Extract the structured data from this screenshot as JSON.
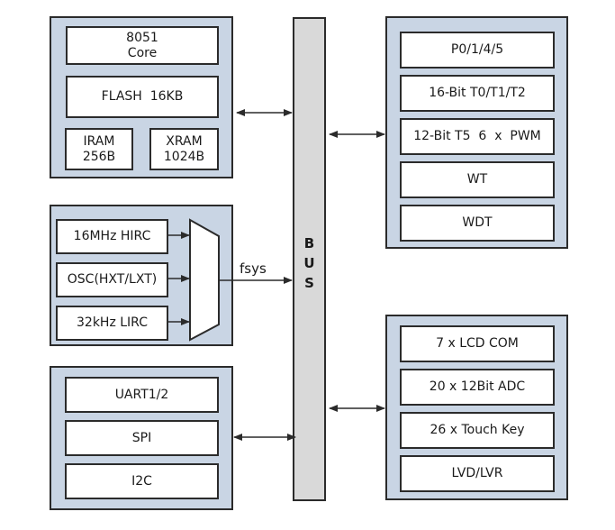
{
  "bus": {
    "letters": [
      "B",
      "U",
      "S"
    ]
  },
  "cpu_group": {
    "core": [
      "8051",
      "Core"
    ],
    "flash": "FLASH  16KB",
    "iram": [
      "IRAM",
      "256B"
    ],
    "xram": [
      "XRAM",
      "1024B"
    ]
  },
  "clock_group": {
    "sources": [
      "16MHz HIRC",
      "OSC(HXT/LXT)",
      "32kHz LIRC"
    ],
    "output_label": "fsys"
  },
  "serial_group": {
    "items": [
      "UART1/2",
      "SPI",
      "I2C"
    ]
  },
  "io_group": {
    "items": [
      "P0/1/4/5",
      "16-Bit T0/T1/T2",
      "12-Bit T5  6  x  PWM",
      "WT",
      "WDT"
    ]
  },
  "analog_group": {
    "items": [
      "7 x LCD COM",
      "20 x 12Bit ADC",
      "26 x Touch Key",
      "LVD/LVR"
    ]
  },
  "colors": {
    "group_fill": "#c9d5e4",
    "bus_fill": "#d9d9d9",
    "stroke": "#2b2b2b"
  }
}
